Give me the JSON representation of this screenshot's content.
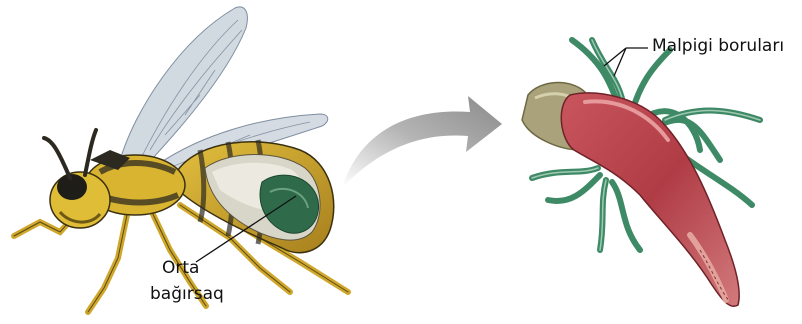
{
  "labels": {
    "malpighian_tubules": "Malpigi boruları",
    "midgut_line1": "Orta",
    "midgut_line2": "bağırsaq"
  },
  "colors": {
    "wing": "#c9d2dc",
    "wing_vein": "#7f8da0",
    "insect_yellow": "#d9b431",
    "insect_dark": "#2c2a20",
    "gut_green": "#2f6b4a",
    "gut_red": "#b5444c",
    "tubule_green": "#3f8a66",
    "crop_khaki": "#a9a27a",
    "arrow_gray": "#9a9a9a"
  }
}
